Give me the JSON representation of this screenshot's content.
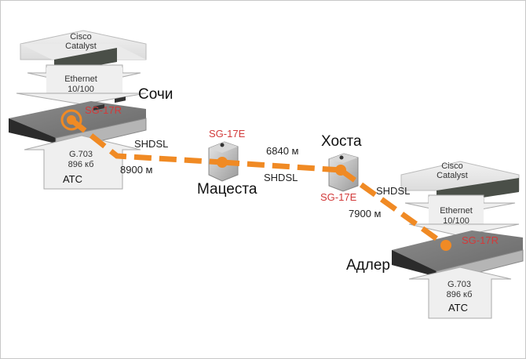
{
  "diagram": {
    "nodes": {
      "sochi": {
        "city": "Сочи",
        "switch_label_1": "Cisco",
        "switch_label_2": "Catalyst",
        "ethernet_1": "Ethernet",
        "ethernet_2": "10/100",
        "device": "SG-17R",
        "g703_1": "G.703",
        "g703_2": "896 кб",
        "atc": "АТС"
      },
      "matsesta": {
        "city": "Мацеста",
        "device": "SG-17E"
      },
      "khosta": {
        "city": "Хоста",
        "device": "SG-17E"
      },
      "adler": {
        "city": "Адлер",
        "switch_label_1": "Cisco",
        "switch_label_2": "Catalyst",
        "ethernet_1": "Ethernet",
        "ethernet_2": "10/100",
        "device": "SG-17R",
        "g703_1": "G.703",
        "g703_2": "896 кб",
        "atc": "АТС"
      }
    },
    "links": [
      {
        "from": "Сочи",
        "to": "Мацеста",
        "type": "SHDSL",
        "distance": "8900 м"
      },
      {
        "from": "Мацеста",
        "to": "Хоста",
        "type": "SHDSL",
        "distance": "6840 м"
      },
      {
        "from": "Хоста",
        "to": "Адлер",
        "type": "SHDSL",
        "distance": "7900 м"
      }
    ],
    "colors": {
      "link": "#f08a24",
      "device_label": "#d23a3a",
      "arrow_fill": "#efefef",
      "arrow_stroke": "#9a9a9a"
    }
  }
}
